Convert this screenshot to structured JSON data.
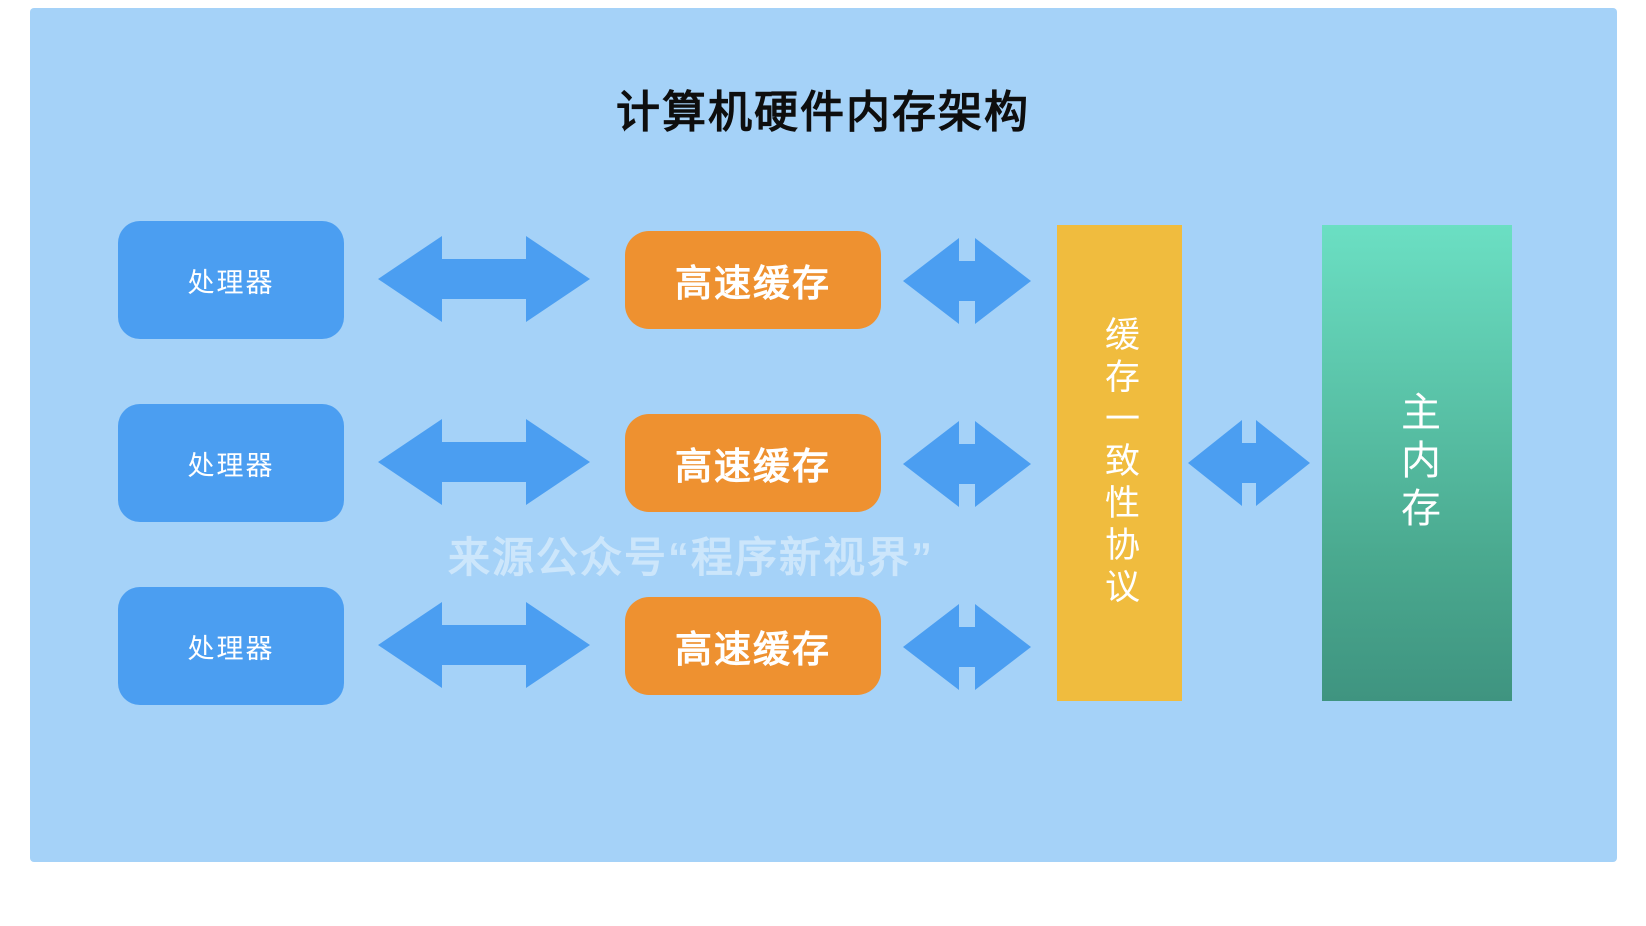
{
  "title": "计算机硬件内存架构",
  "watermark": "来源公众号“程序新视界”",
  "processors": [
    {
      "label": "处理器"
    },
    {
      "label": "处理器"
    },
    {
      "label": "处理器"
    }
  ],
  "caches": [
    {
      "label": "高速缓存"
    },
    {
      "label": "高速缓存"
    },
    {
      "label": "高速缓存"
    }
  ],
  "protocol": {
    "label": "缓存一致性协议"
  },
  "memory": {
    "label": "主内存"
  },
  "colors": {
    "panel_background": "#a5d2f8",
    "processor_box": "#4b9ef1",
    "cache_box": "#ee9130",
    "protocol_bar": "#f0bc3e",
    "memory_gradient_top": "#6bdfc3",
    "memory_gradient_bottom": "#3f9480",
    "arrow": "#4b9ef1",
    "title_text": "#0e0e0e",
    "box_text": "#ffffff"
  }
}
